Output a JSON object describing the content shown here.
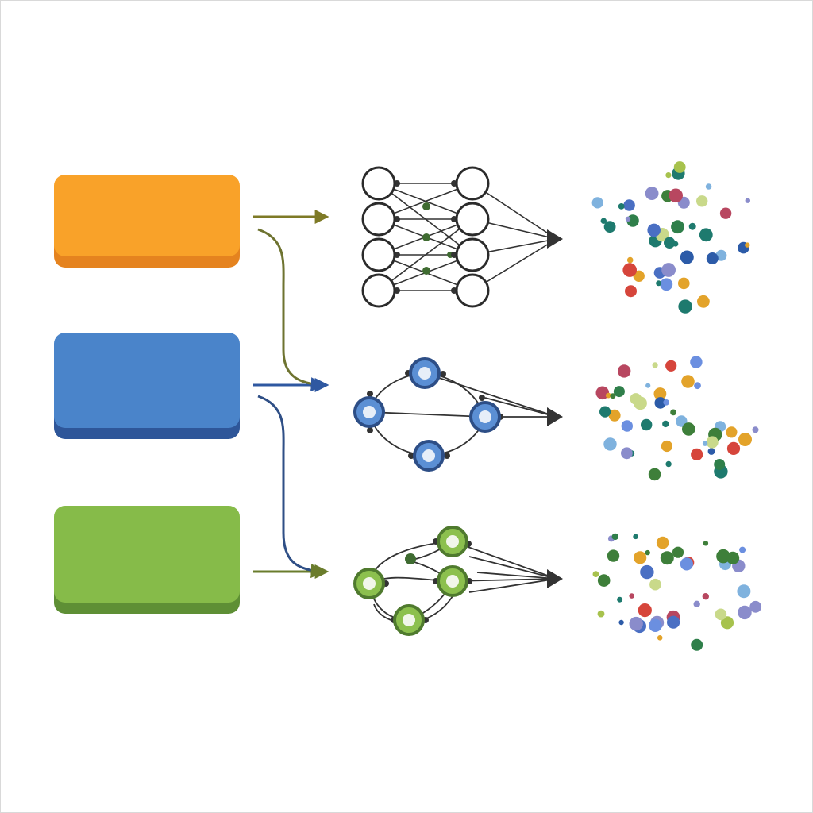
{
  "diagram": {
    "inputs": [
      {
        "id": "orange",
        "color": "#F9A229",
        "shade": "#E5831F"
      },
      {
        "id": "blue",
        "color": "#4A84CA",
        "shade": "#2E5699"
      },
      {
        "id": "green",
        "color": "#86BB49",
        "shade": "#5E8F35"
      }
    ],
    "arrow_colors": {
      "top": "#7E7A26",
      "middle": "#2F58A1",
      "bottom": "#6A7C2C",
      "curve_top": "#6E7330",
      "curve_bottom": "#2F4F86"
    },
    "networks": [
      {
        "id": "dense-grid",
        "style": "outline-circles"
      },
      {
        "id": "ring-graph",
        "style": "blue-nodes",
        "node_color": "#5B8FD4",
        "node_ring": "#2D4E86"
      },
      {
        "id": "cluster-graph",
        "style": "green-nodes",
        "node_color": "#8CC04E",
        "node_ring": "#4F7A2E"
      }
    ],
    "output_palette": [
      "#2F7F4A",
      "#3E7F3A",
      "#4A6FC3",
      "#6B8FE0",
      "#7FB2DE",
      "#1E7A6E",
      "#E3A32A",
      "#D6453B",
      "#A7C24D",
      "#8A8CCB",
      "#2C5BA8",
      "#C9D98A",
      "#B84760"
    ],
    "output_clusters": [
      {
        "id": "top-cluster",
        "dot_count": 44
      },
      {
        "id": "middle-cluster",
        "dot_count": 42
      },
      {
        "id": "bottom-cluster",
        "dot_count": 42
      }
    ]
  }
}
